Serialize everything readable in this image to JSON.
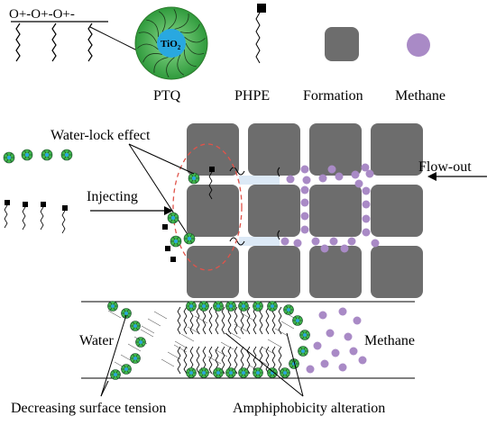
{
  "legend": {
    "ptq_label": "PTQ",
    "phpe_label": "PHPE",
    "formation_label": "Formation",
    "methane_label": "Methane",
    "core_label": "TiO",
    "core_subscript": "2",
    "chain_text": "O+-O+-O+-"
  },
  "labels": {
    "water_lock": "Water-lock effect",
    "flow_out": "Flow-out",
    "injecting": "Injecting",
    "water": "Water",
    "methane": "Methane",
    "decreasing": "Decreasing surface tension",
    "amphiphobicity": "Amphiphobicity alteration"
  },
  "colors": {
    "formation": "#6d6d6d",
    "methane": "#a98ac6",
    "ptq_shell": "#3fb64b",
    "ptq_core": "#29a8e0",
    "water_fill": "#dce9f6",
    "dashed_circle": "#e0534a"
  }
}
